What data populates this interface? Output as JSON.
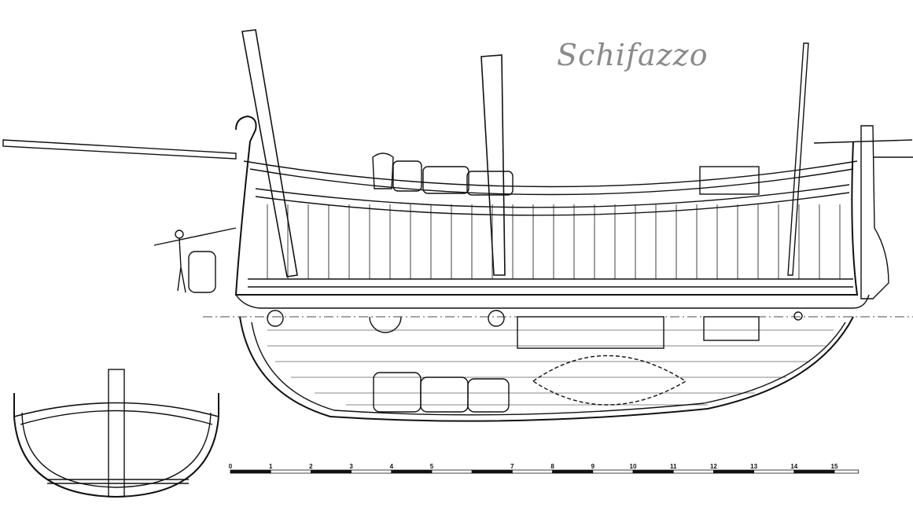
{
  "title": "Schifazzo",
  "scale": {
    "ticks": [
      "0",
      "1",
      "2",
      "3",
      "4",
      "5",
      "7",
      "8",
      "9",
      "10",
      "11",
      "12",
      "13",
      "14",
      "15"
    ],
    "tick_values": [
      0,
      1,
      2,
      3,
      4,
      5,
      7,
      8,
      9,
      10,
      11,
      12,
      13,
      14,
      15
    ],
    "max": 15.6
  }
}
